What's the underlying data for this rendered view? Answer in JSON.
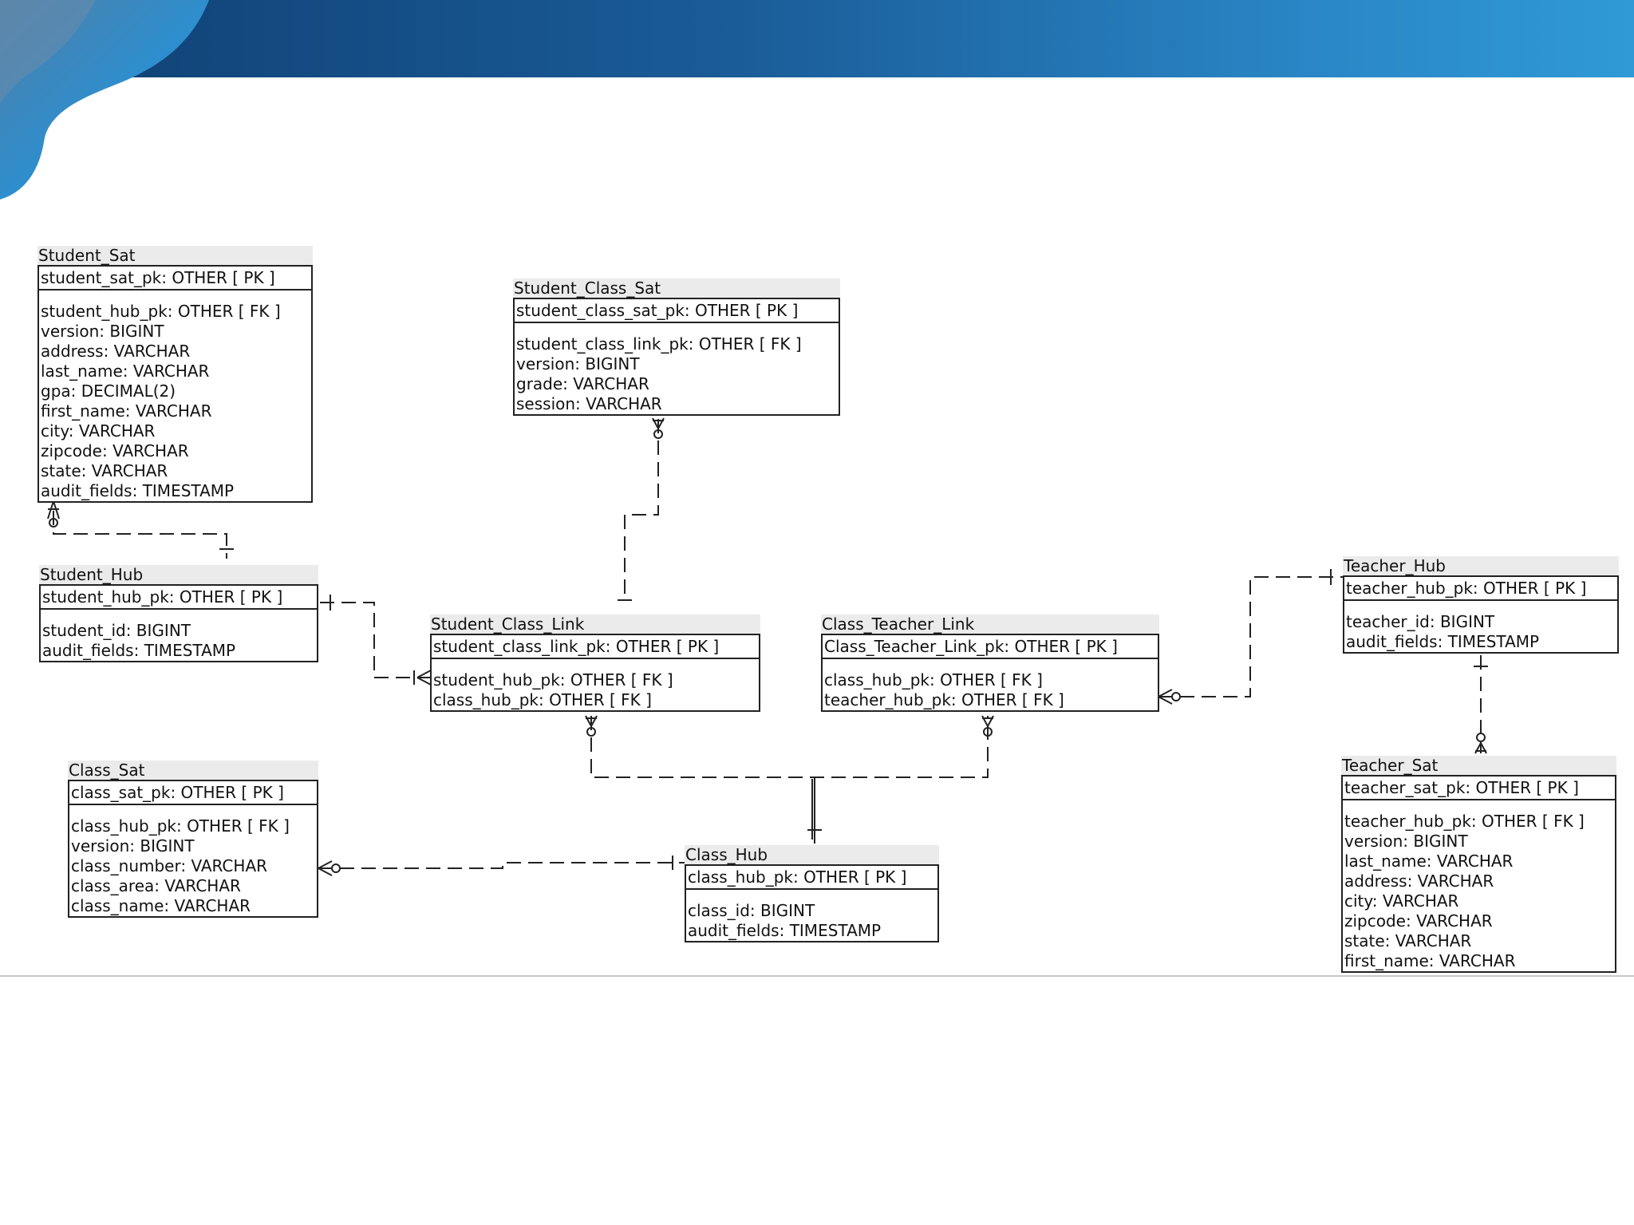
{
  "entities": [
    {
      "id": "student-sat",
      "name": "Student_Sat",
      "pk": "student_sat_pk: OTHER  [ PK ]",
      "attributes": [
        "student_hub_pk: OTHER  [ FK ]",
        "version: BIGINT",
        "address: VARCHAR",
        "last_name: VARCHAR",
        "gpa: DECIMAL(2)",
        "first_name: VARCHAR",
        "city: VARCHAR",
        "zipcode: VARCHAR",
        "state: VARCHAR",
        "audit_fields: TIMESTAMP"
      ]
    },
    {
      "id": "student-class-sat",
      "name": "Student_Class_Sat",
      "pk": "student_class_sat_pk: OTHER  [ PK ]",
      "attributes": [
        "student_class_link_pk: OTHER  [ FK ]",
        "version: BIGINT",
        "grade: VARCHAR",
        "session: VARCHAR"
      ]
    },
    {
      "id": "student-hub",
      "name": "Student_Hub",
      "pk": "student_hub_pk: OTHER  [ PK ]",
      "attributes": [
        "student_id: BIGINT",
        "audit_fields: TIMESTAMP"
      ]
    },
    {
      "id": "student-class-link",
      "name": "Student_Class_Link",
      "pk": "student_class_link_pk: OTHER  [ PK ]",
      "attributes": [
        "student_hub_pk: OTHER  [ FK ]",
        "class_hub_pk: OTHER  [ FK ]"
      ]
    },
    {
      "id": "class-teacher-link",
      "name": "Class_Teacher_Link",
      "pk": "Class_Teacher_Link_pk: OTHER  [ PK ]",
      "attributes": [
        "class_hub_pk: OTHER  [ FK ]",
        "teacher_hub_pk: OTHER  [ FK ]"
      ]
    },
    {
      "id": "teacher-hub",
      "name": "Teacher_Hub",
      "pk": "teacher_hub_pk: OTHER  [ PK ]",
      "attributes": [
        "teacher_id: BIGINT",
        "audit_fields: TIMESTAMP"
      ]
    },
    {
      "id": "class-sat",
      "name": "Class_Sat",
      "pk": "class_sat_pk: OTHER  [ PK ]",
      "attributes": [
        "class_hub_pk: OTHER  [ FK ]",
        "version: BIGINT",
        "class_number: VARCHAR",
        "class_area: VARCHAR",
        "class_name: VARCHAR"
      ]
    },
    {
      "id": "class-hub",
      "name": "Class_Hub",
      "pk": "class_hub_pk: OTHER  [ PK ]",
      "attributes": [
        "class_id: BIGINT",
        "audit_fields: TIMESTAMP"
      ]
    },
    {
      "id": "teacher-sat",
      "name": "Teacher_Sat",
      "pk": "teacher_sat_pk: OTHER  [ PK ]",
      "attributes": [
        "teacher_hub_pk: OTHER  [ FK ]",
        "version: BIGINT",
        "last_name: VARCHAR",
        "address: VARCHAR",
        "city: VARCHAR",
        "zipcode: VARCHAR",
        "state: VARCHAR",
        "first_name: VARCHAR"
      ]
    }
  ],
  "relationships": [
    {
      "from": "Student_Hub",
      "to": "Student_Sat",
      "from_card": "one",
      "to_card": "zero-or-many"
    },
    {
      "from": "Student_Hub",
      "to": "Student_Class_Link",
      "from_card": "one",
      "to_card": "one-or-many"
    },
    {
      "from": "Student_Class_Link",
      "to": "Student_Class_Sat",
      "from_card": "one",
      "to_card": "zero-or-many"
    },
    {
      "from": "Class_Hub",
      "to": "Student_Class_Link",
      "from_card": "one",
      "to_card": "zero-or-many"
    },
    {
      "from": "Class_Hub",
      "to": "Class_Teacher_Link",
      "from_card": "one",
      "to_card": "zero-or-many"
    },
    {
      "from": "Teacher_Hub",
      "to": "Class_Teacher_Link",
      "from_card": "one",
      "to_card": "zero-or-many"
    },
    {
      "from": "Class_Hub",
      "to": "Class_Sat",
      "from_card": "one",
      "to_card": "zero-or-many"
    },
    {
      "from": "Teacher_Hub",
      "to": "Teacher_Sat",
      "from_card": "one",
      "to_card": "zero-or-many"
    }
  ],
  "theme": {
    "header_color": "#1a5c98",
    "accent_color": "#2f9ad6",
    "line_color": "#222222"
  }
}
